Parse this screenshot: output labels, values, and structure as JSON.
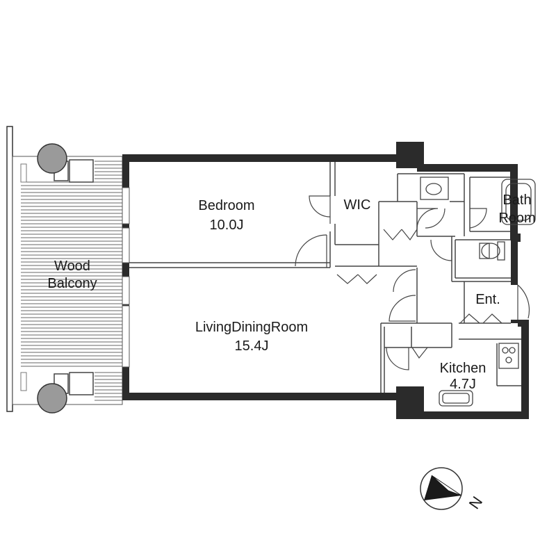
{
  "rooms": {
    "bedroom": {
      "name": "Bedroom",
      "size": "10.0J"
    },
    "wic": {
      "name": "WIC"
    },
    "bath": {
      "line1": "Bath",
      "line2": "Room"
    },
    "balcony": {
      "line1": "Wood",
      "line2": "Balcony"
    },
    "ldk": {
      "name": "LivingDiningRoom",
      "size": "15.4J"
    },
    "entrance": {
      "name": "Ent."
    },
    "kitchen": {
      "name": "Kitchen",
      "size": "4.7J"
    }
  },
  "compass": {
    "letter": "N",
    "icon": "north-arrow-icon"
  },
  "colors": {
    "wall": "#2b2b2b",
    "column": "#9a9a9a",
    "line": "#555555"
  }
}
